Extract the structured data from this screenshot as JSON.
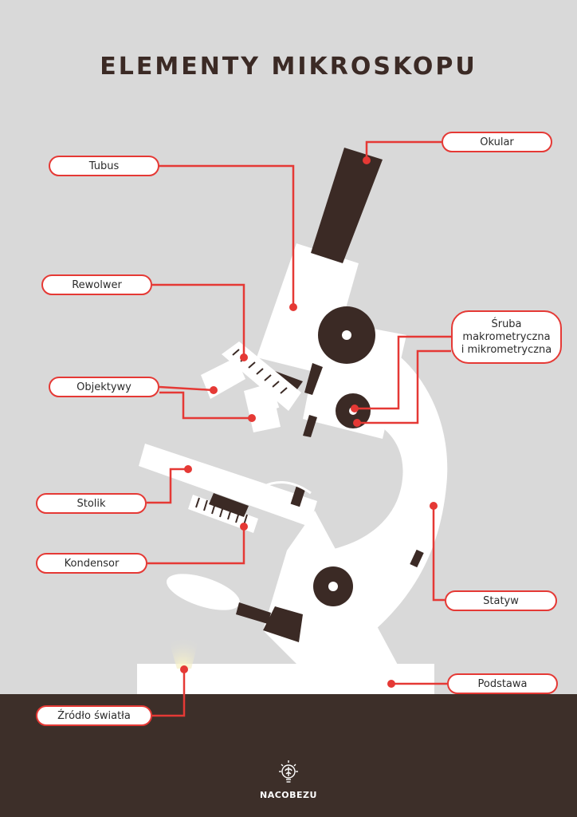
{
  "title": "ELEMENTY MIKROSKOPU",
  "labels": {
    "okular": "Okular",
    "tubus": "Tubus",
    "rewolwer": "Rewolwer",
    "sruba_line1": "Śruba",
    "sruba_line2": "makrometryczna",
    "sruba_line3": "i mikrometryczna",
    "objektywy": "Objektywy",
    "stolik": "Stolik",
    "kondensor": "Kondensor",
    "statyw": "Statyw",
    "podstawa": "Podstawa",
    "zrodlo": "Źródło światła"
  },
  "brand": "NACOBEZU",
  "colors": {
    "background": "#d9d9d9",
    "floor": "#3d2f29",
    "dark": "#3b2a25",
    "accent": "#e53935",
    "white": "#ffffff"
  }
}
